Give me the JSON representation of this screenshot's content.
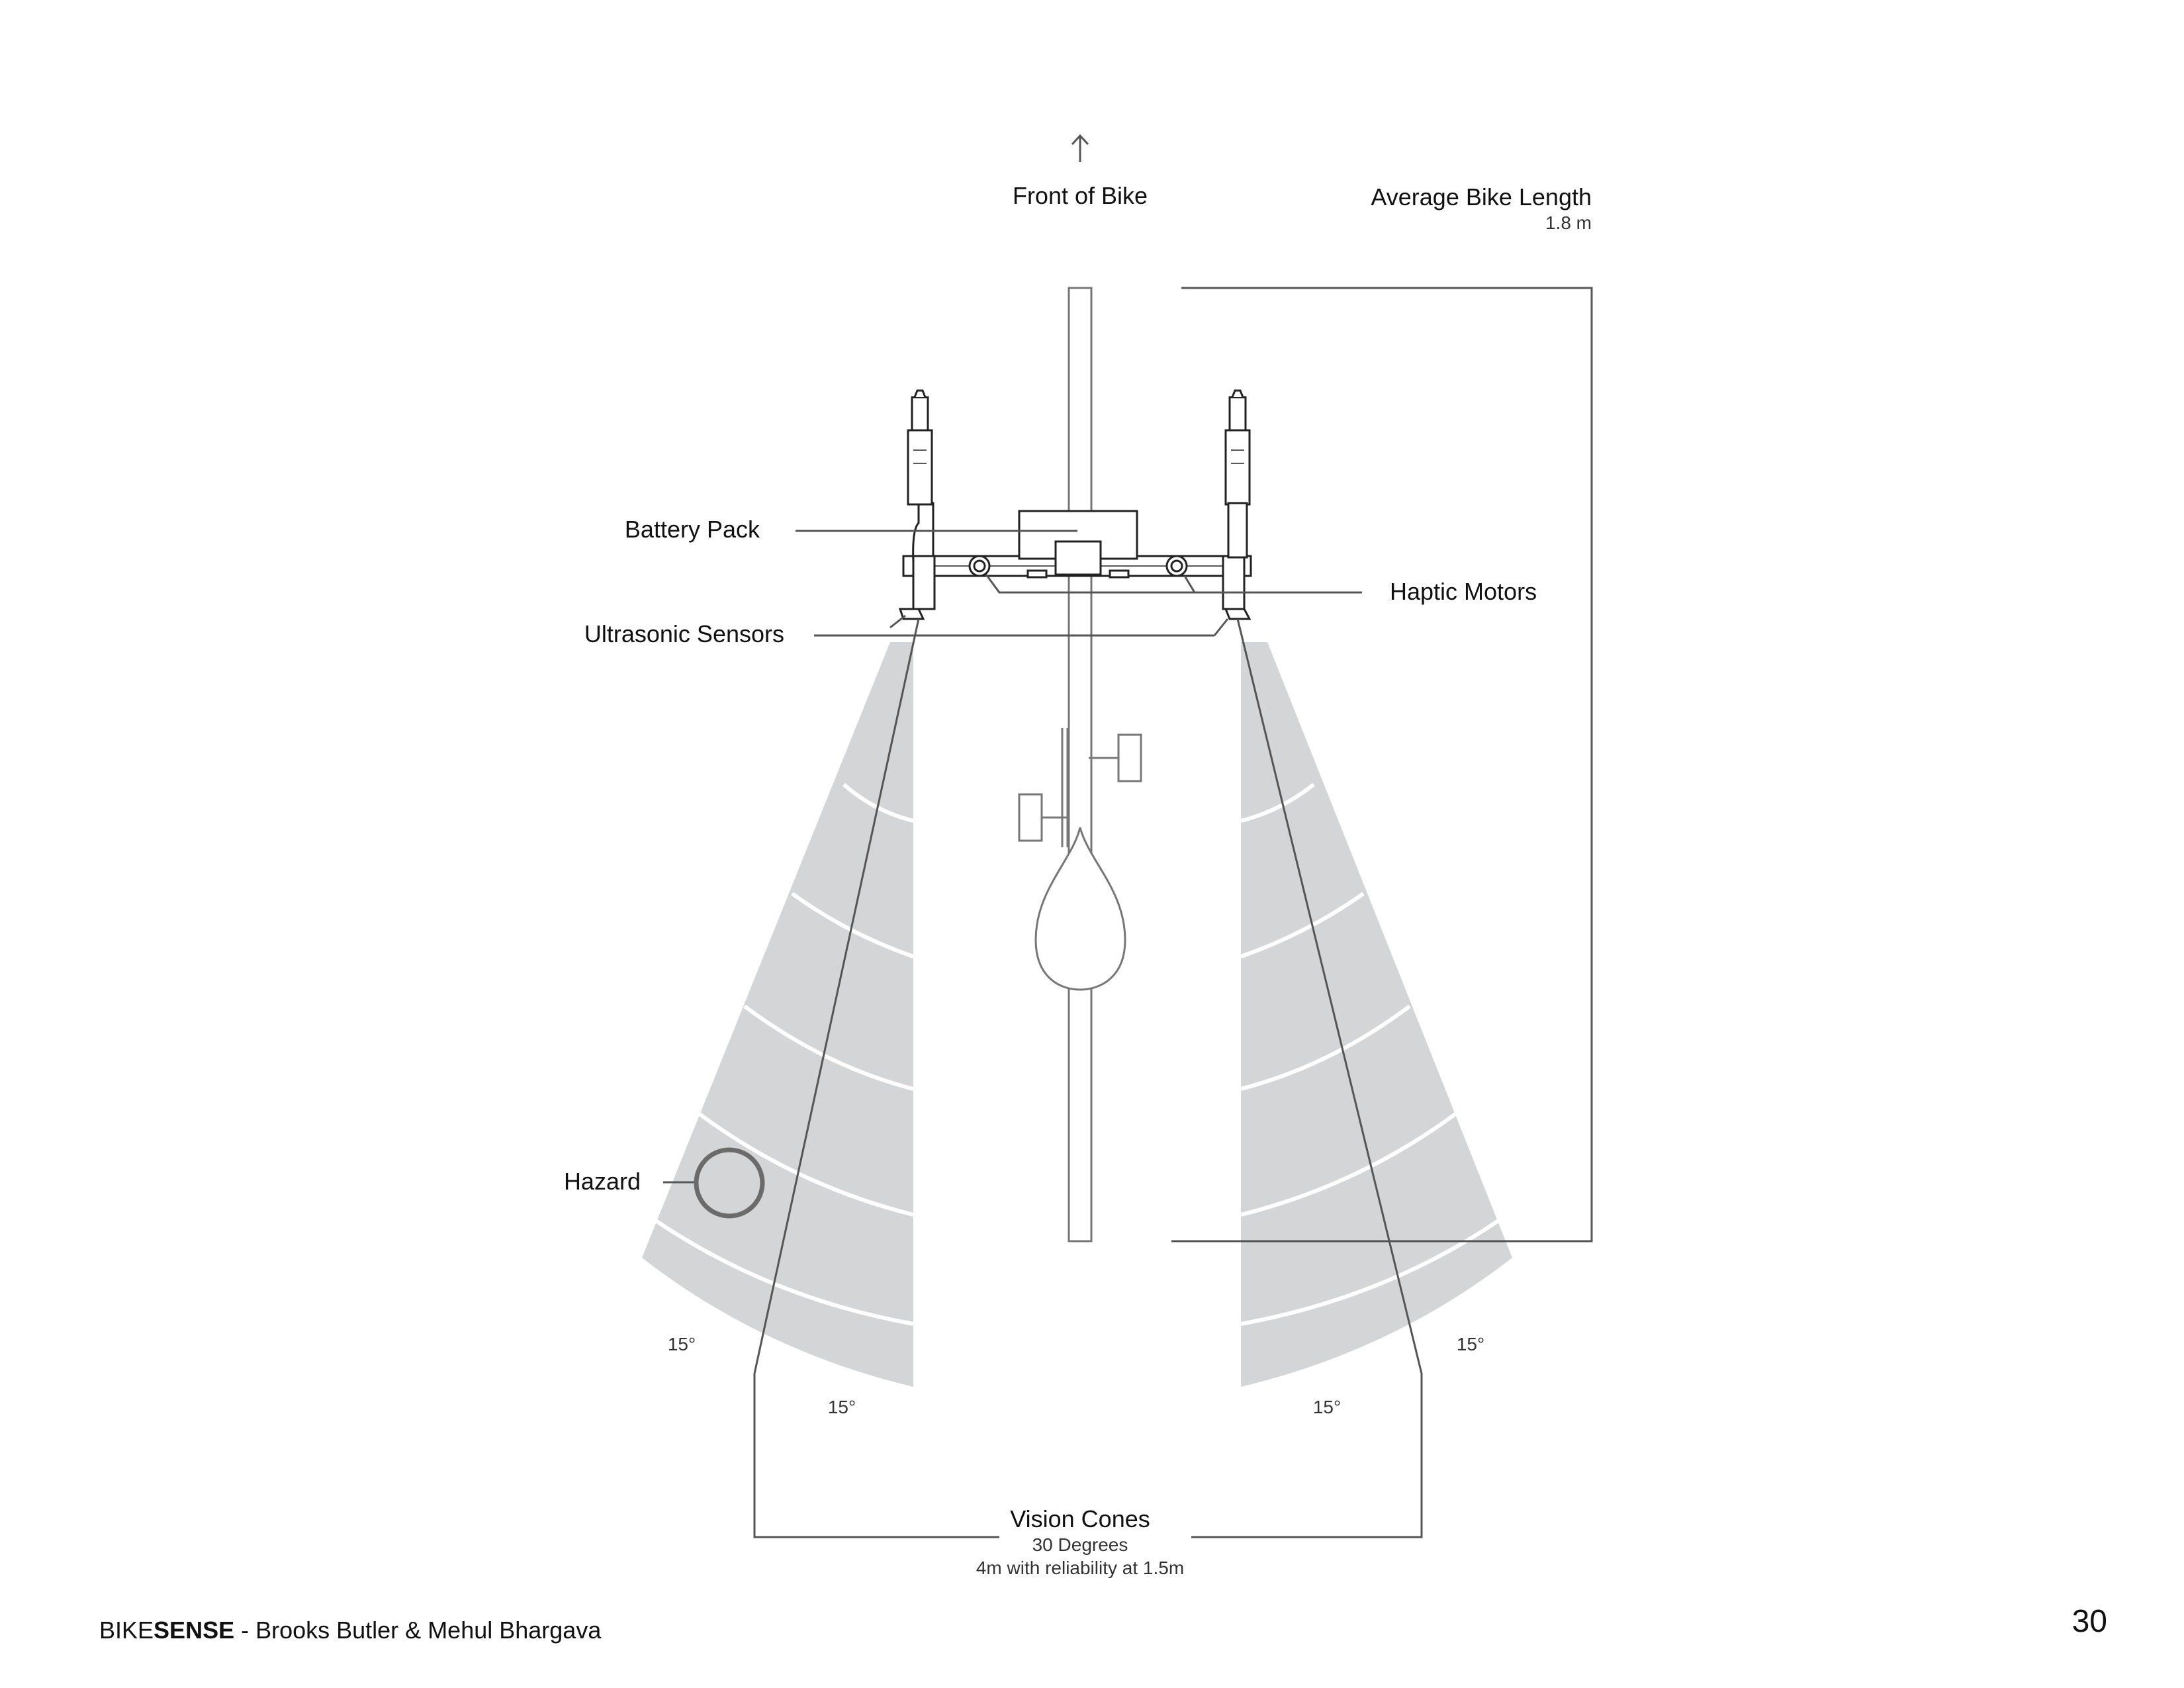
{
  "labels": {
    "front": "Front of Bike",
    "avg_length_title": "Average Bike Length",
    "avg_length_value": "1.8 m",
    "battery": "Battery Pack",
    "haptic": "Haptic Motors",
    "ultrasonic": "Ultrasonic Sensors",
    "hazard": "Hazard",
    "angle_left_outer": "15°",
    "angle_left_inner": "15°",
    "angle_right_outer": "15°",
    "angle_right_inner": "15°",
    "vision_title": "Vision Cones",
    "vision_sub1": "30 Degrees",
    "vision_sub2": "4m with reliability at 1.5m"
  },
  "footer": {
    "brand_regular": "BIKE",
    "brand_bold": "SENSE",
    "authors": " - Brooks Butler & Mehul Bhargava",
    "page": "30"
  },
  "colors": {
    "cone_fill": "#d4d5d7",
    "line": "#555555",
    "hazard": "#6b6b6b"
  }
}
